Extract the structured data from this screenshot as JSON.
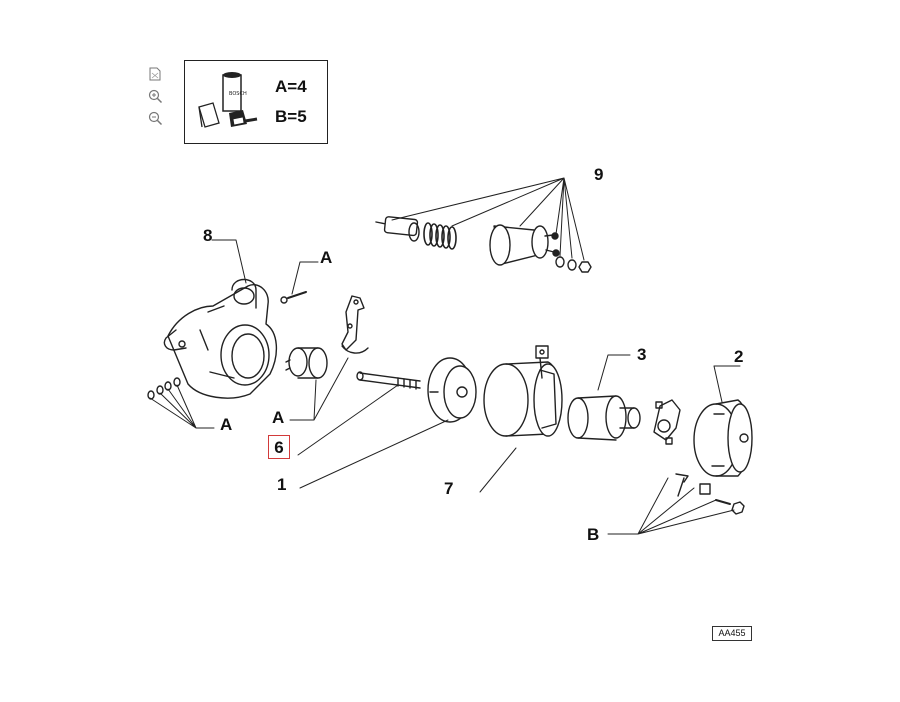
{
  "toolbar": {
    "icons": [
      "fit-page-icon",
      "zoom-in-icon",
      "zoom-out-icon"
    ]
  },
  "kit_legend": {
    "line_a": "A=4",
    "line_b": "B=5"
  },
  "callouts": {
    "p1": "1",
    "p2": "2",
    "p3": "3",
    "p6": "6",
    "p7": "7",
    "p8": "8",
    "p9": "9",
    "a_top": "A",
    "a_mid": "A",
    "a_left": "A",
    "b_bottom": "B"
  },
  "selected_part": "6",
  "reference_code": "AA455",
  "colors": {
    "line": "#222222",
    "highlight": "#d23a3a"
  }
}
